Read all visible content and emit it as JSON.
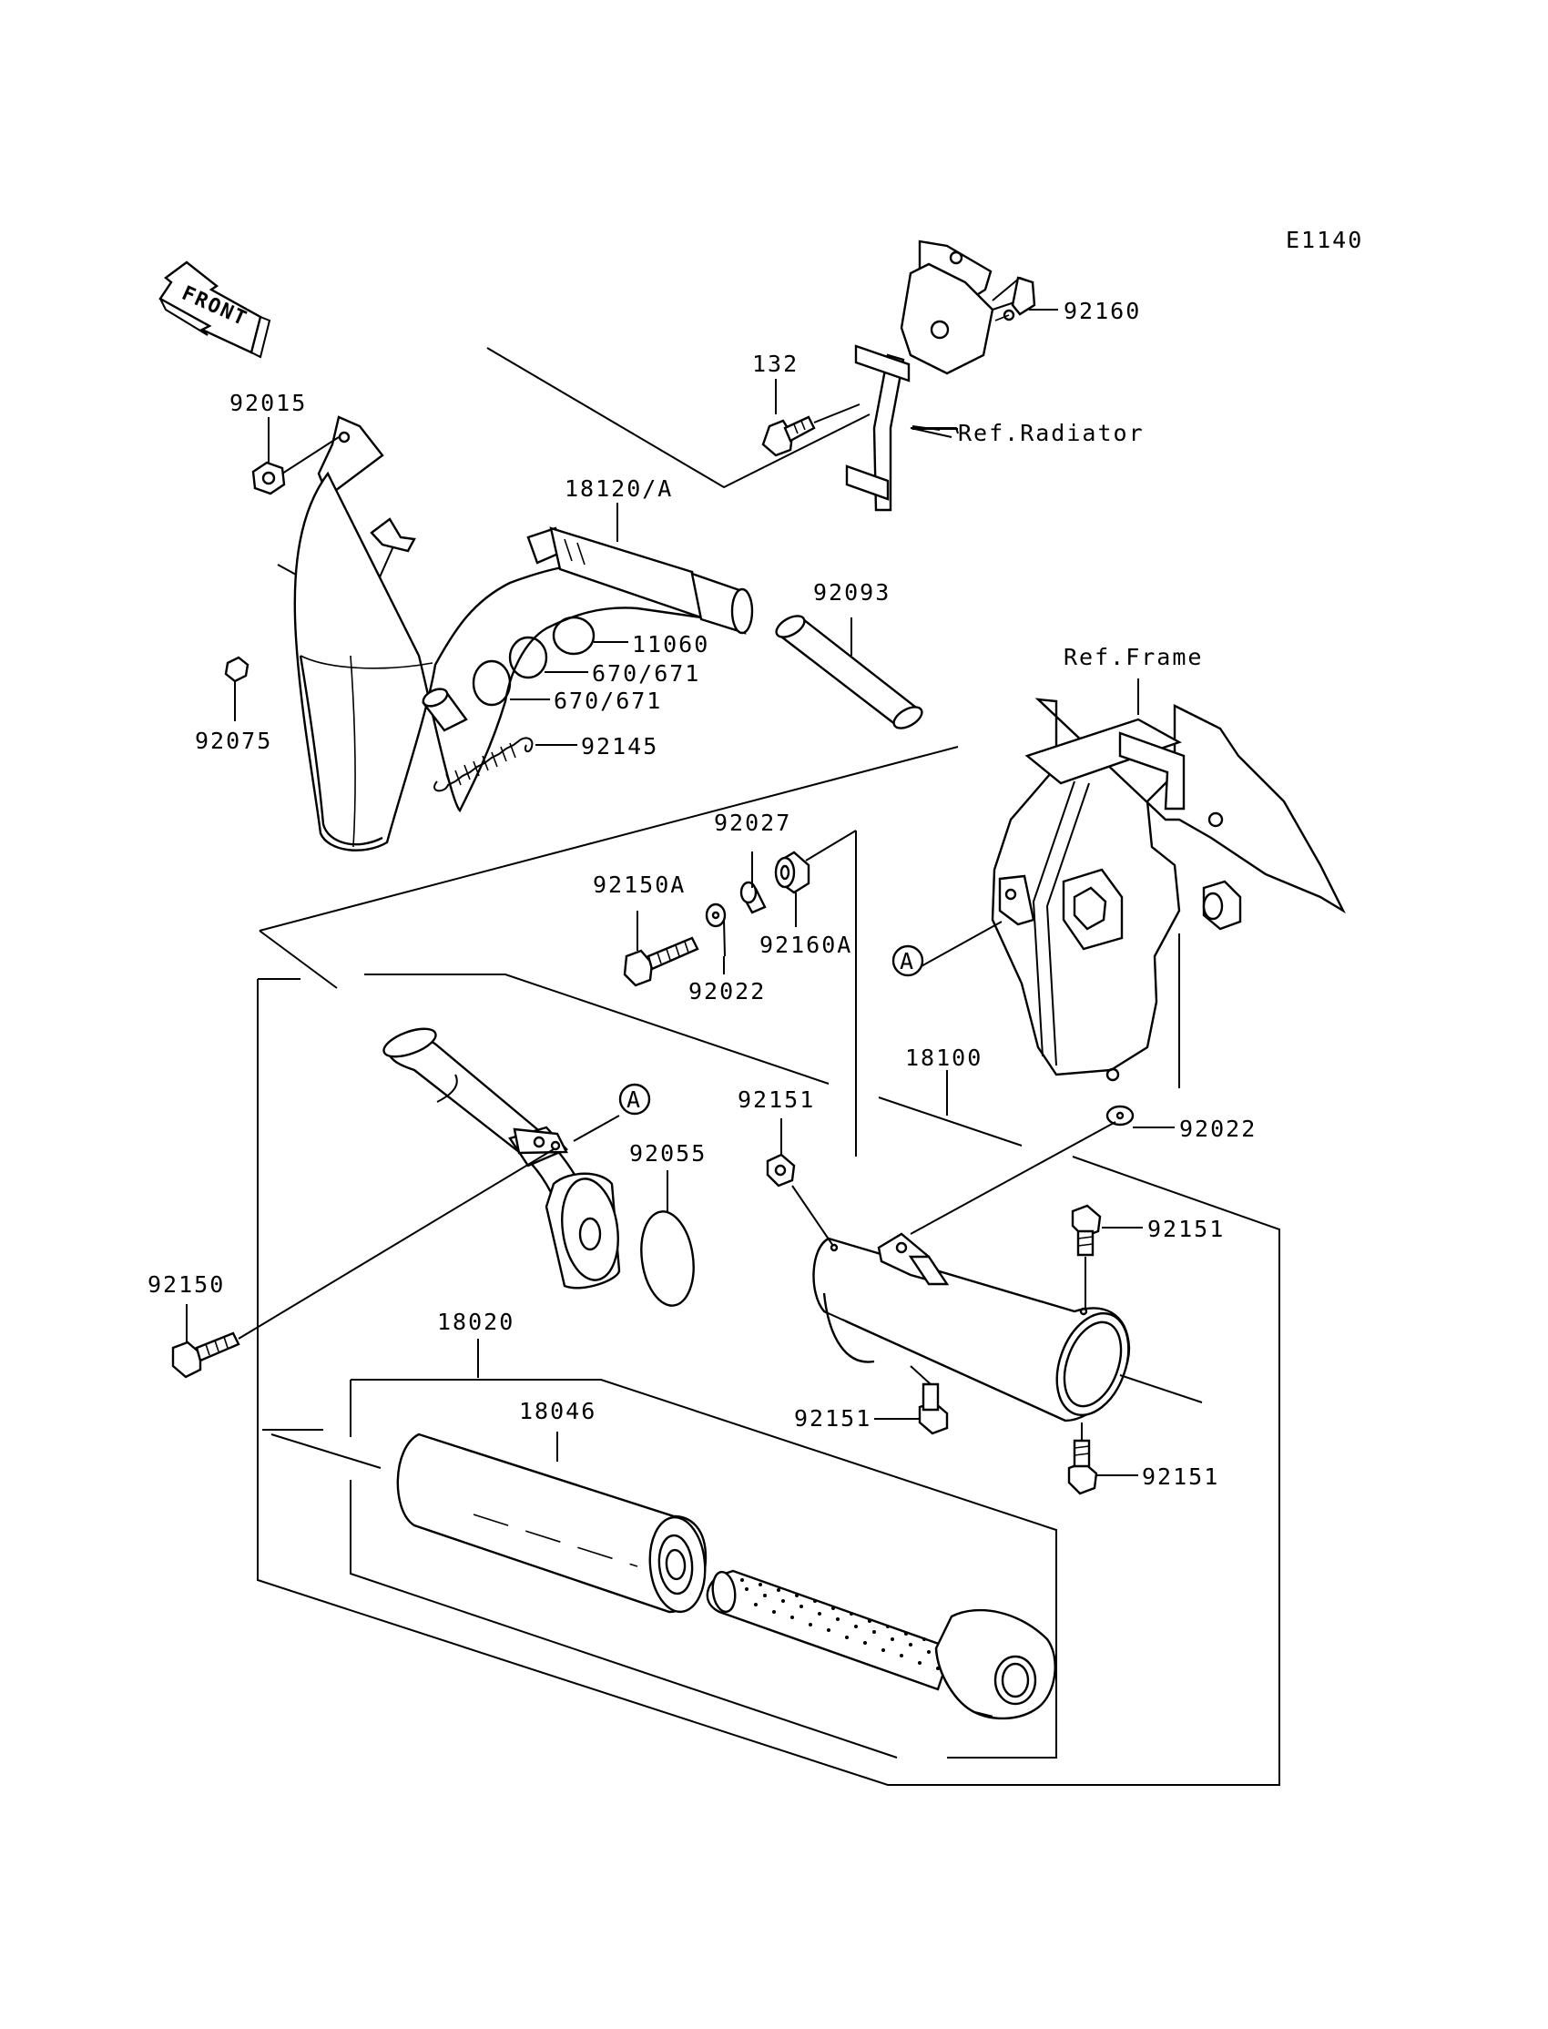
{
  "diagram": {
    "code": "E1140",
    "front_arrow": "FRONT",
    "refs": {
      "radiator": "Ref.Radiator",
      "frame": "Ref.Frame",
      "marker_a": "A"
    },
    "labels": {
      "p132": "132",
      "p92160": "92160",
      "p92015": "92015",
      "p18120a": "18120/A",
      "p92093": "92093",
      "p11060": "11060",
      "p670a": "670/671",
      "p670b": "670/671",
      "p92075": "92075",
      "p92145": "92145",
      "p92027": "92027",
      "p92150a": "92150A",
      "p92160a": "92160A",
      "p92022a": "92022",
      "p18100": "18100",
      "p92151a": "92151",
      "p92055": "92055",
      "p92022b": "92022",
      "p92151b": "92151",
      "p92150": "92150",
      "p18020": "18020",
      "p18046": "18046",
      "p92151c": "92151",
      "p92151d": "92151"
    }
  }
}
